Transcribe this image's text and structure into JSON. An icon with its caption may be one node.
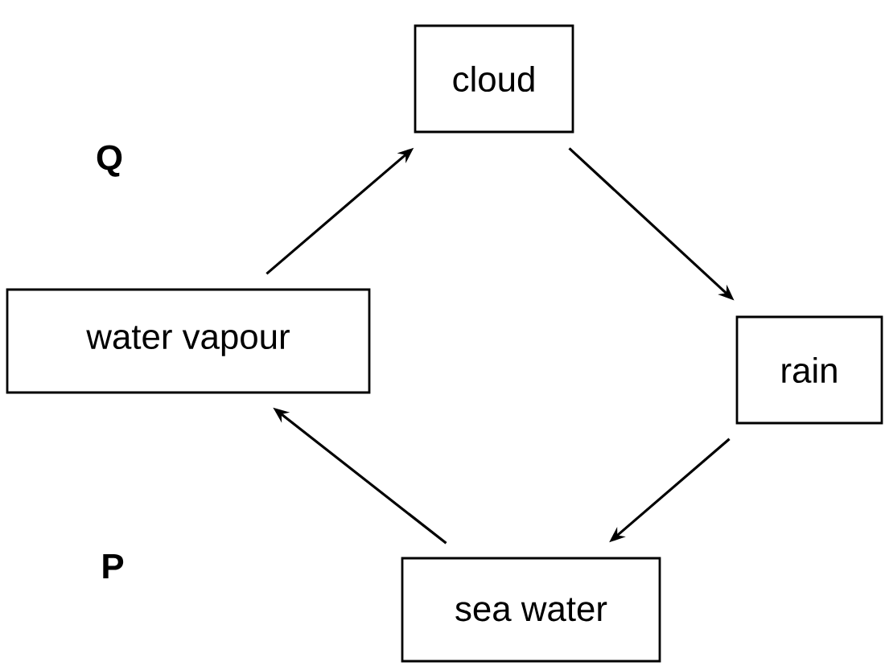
{
  "diagram": {
    "nodes": [
      {
        "text": [
          "cloud"
        ]
      },
      {
        "text": [
          "water vapour"
        ]
      },
      {
        "text": [
          "rain"
        ]
      },
      {
        "text": [
          "sea water"
        ]
      }
    ],
    "edges": [
      {
        "from": 1,
        "to": 0,
        "arrow": "to"
      },
      {
        "from": 0,
        "to": 2,
        "arrow": "to"
      },
      {
        "from": 2,
        "to": 3,
        "arrow": "to"
      },
      {
        "from": 3,
        "to": 1,
        "arrow": "to"
      }
    ],
    "labels": [
      "Q",
      "P"
    ]
  }
}
